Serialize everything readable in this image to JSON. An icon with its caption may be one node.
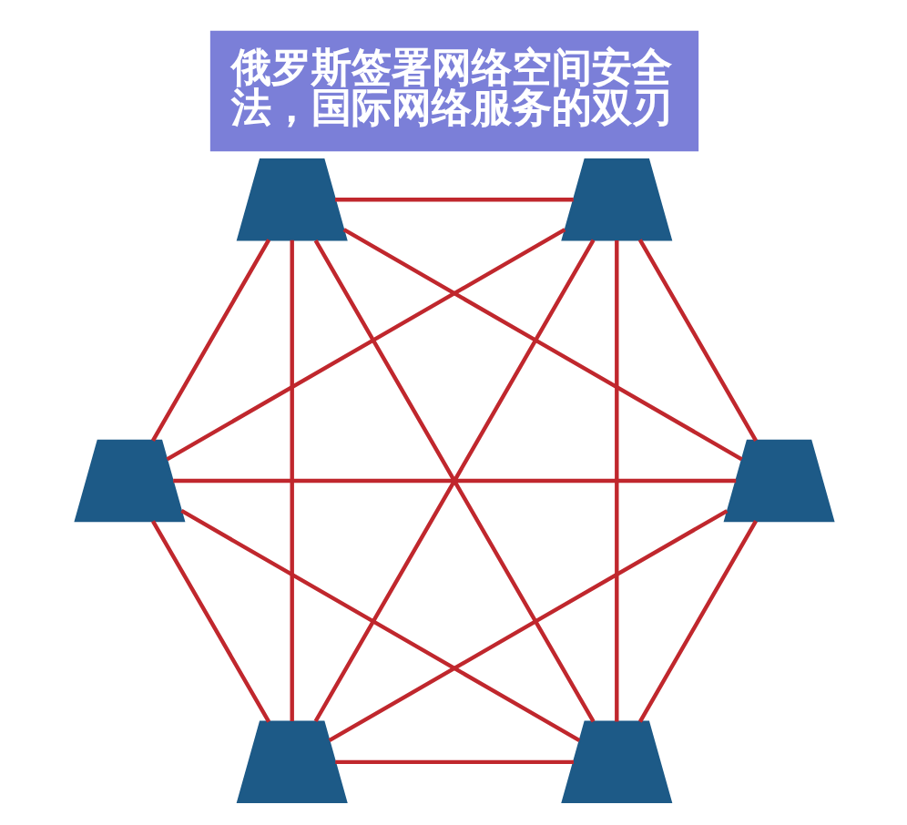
{
  "diagram": {
    "title": "俄罗斯签署网络空间安全法，国际网络服务的双刃",
    "nodes": [
      {
        "text": [],
        "shape": "picture"
      },
      {
        "text": [],
        "shape": "picture"
      },
      {
        "text": [],
        "shape": "picture"
      },
      {
        "text": [],
        "shape": "picture"
      },
      {
        "text": [],
        "shape": "picture"
      },
      {
        "text": [],
        "shape": "picture"
      }
    ],
    "edges": [
      {
        "from": 0,
        "to": 1,
        "arrow": "none"
      },
      {
        "from": 0,
        "to": 2,
        "arrow": "none"
      },
      {
        "from": 0,
        "to": 3,
        "arrow": "none"
      },
      {
        "from": 0,
        "to": 4,
        "arrow": "none"
      },
      {
        "from": 0,
        "to": 5,
        "arrow": "none"
      },
      {
        "from": 1,
        "to": 2,
        "arrow": "none"
      },
      {
        "from": 1,
        "to": 3,
        "arrow": "none"
      },
      {
        "from": 1,
        "to": 4,
        "arrow": "none"
      },
      {
        "from": 1,
        "to": 5,
        "arrow": "none"
      },
      {
        "from": 2,
        "to": 3,
        "arrow": "none"
      },
      {
        "from": 2,
        "to": 4,
        "arrow": "none"
      },
      {
        "from": 2,
        "to": 5,
        "arrow": "none"
      },
      {
        "from": 3,
        "to": 4,
        "arrow": "none"
      },
      {
        "from": 3,
        "to": 5,
        "arrow": "none"
      },
      {
        "from": 4,
        "to": 5,
        "arrow": "none"
      }
    ]
  }
}
